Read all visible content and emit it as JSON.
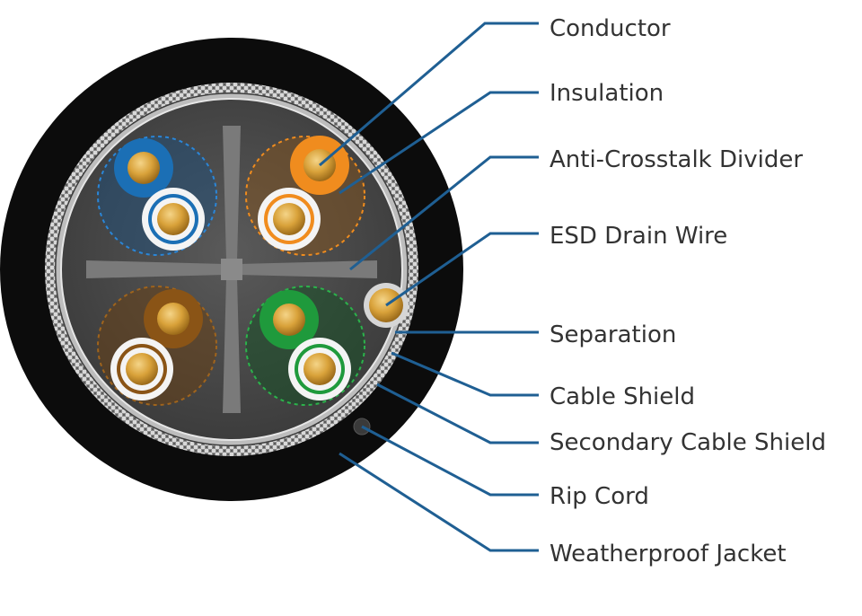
{
  "colors": {
    "leader_line": "#1f5f93",
    "jacket": "#0c0c0c",
    "core_background": "#4a4a4a",
    "divider": "#7a7a7a",
    "conductor": "#d9a23a",
    "insulation_white": "#f4f4f4",
    "pair_blue": "#1b6fb5",
    "pair_orange": "#f08c1e",
    "pair_green": "#1f9a3c",
    "pair_brown": "#8a5416",
    "label_text": "#333333"
  },
  "labels": {
    "conductor": "Conductor",
    "insulation": "Insulation",
    "anti_crosstalk_divider": "Anti-Crosstalk Divider",
    "esd_drain_wire": "ESD Drain Wire",
    "separation": "Separation",
    "cable_shield": "Cable Shield",
    "secondary_cable_shield": "Secondary Cable Shield",
    "rip_cord": "Rip Cord",
    "weatherproof_jacket": "Weatherproof Jacket"
  }
}
